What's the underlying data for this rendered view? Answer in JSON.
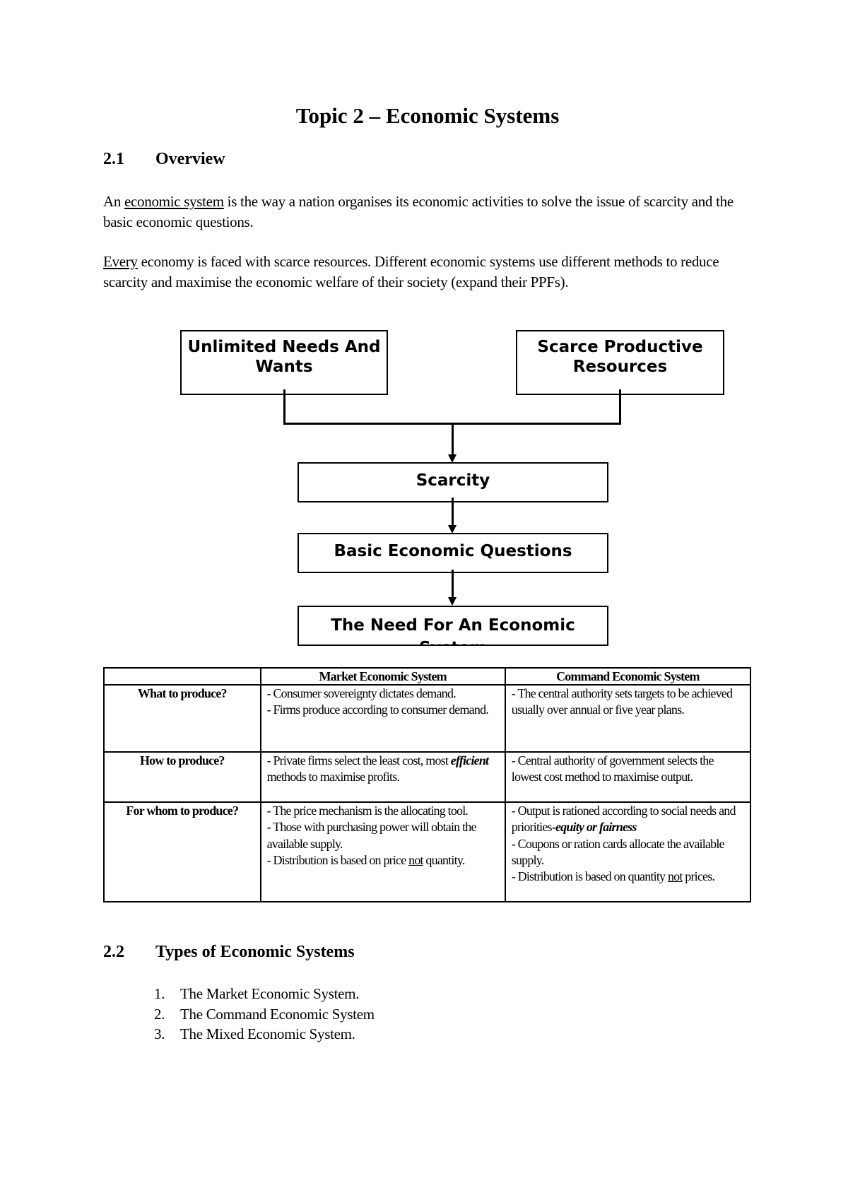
{
  "title": "Topic 2 – Economic Systems",
  "section1": {
    "number": "2.1",
    "heading": "Overview",
    "para1": {
      "pre": "An ",
      "term": "economic system",
      "post": " is the way a nation organises its economic activities to solve the issue of scarcity and the basic economic questions."
    },
    "para2": {
      "term": "Every",
      "post": " economy is faced with scarce resources. Different economic systems use different methods to reduce scarcity and maximise the economic welfare of their society (expand their PPFs)."
    }
  },
  "diagram": {
    "box_left": "Unlimited Needs And Wants",
    "box_right": "Scarce Productive Resources",
    "box_scarcity": "Scarcity",
    "box_questions": "Basic Economic Questions",
    "box_need": "The Need For An Economic System"
  },
  "table": {
    "headers": [
      "",
      "Market Economic System",
      "Command Economic System"
    ],
    "rows": [
      {
        "question": "What to produce?",
        "market": [
          "- Consumer sovereignty dictates demand.",
          "- Firms produce according to consumer demand."
        ],
        "command": [
          "- The central authority sets targets to be achieved usually over annual or five year plans."
        ]
      },
      {
        "question": "How to produce?",
        "market_pre": "- Private firms select the least cost, most ",
        "market_em": "efficient",
        "market_post": " methods to maximise profits.",
        "command": [
          "- Central authority of government selects the lowest cost method to maximise output."
        ]
      },
      {
        "question": "For whom to produce?",
        "market": [
          "- The price mechanism is the allocating tool.",
          "- Those with purchasing power will obtain the available supply."
        ],
        "market_last_pre": "- Distribution is based on price ",
        "market_last_u": "not",
        "market_last_post": " quantity.",
        "command_first_pre": "- Output is rationed according to social needs and priorities-",
        "command_first_em": "equity or fairness",
        "command": [
          "- Coupons or ration cards allocate the available supply."
        ],
        "command_last_pre": "- Distribution is based on quantity ",
        "command_last_u": "not",
        "command_last_post": " prices."
      }
    ]
  },
  "section2": {
    "number": "2.2",
    "heading": "Types of Economic Systems",
    "items": [
      {
        "n": "1.",
        "text": "The Market Economic System."
      },
      {
        "n": "2.",
        "text": "The Command Economic System"
      },
      {
        "n": "3.",
        "text": "The Mixed Economic System."
      }
    ]
  }
}
